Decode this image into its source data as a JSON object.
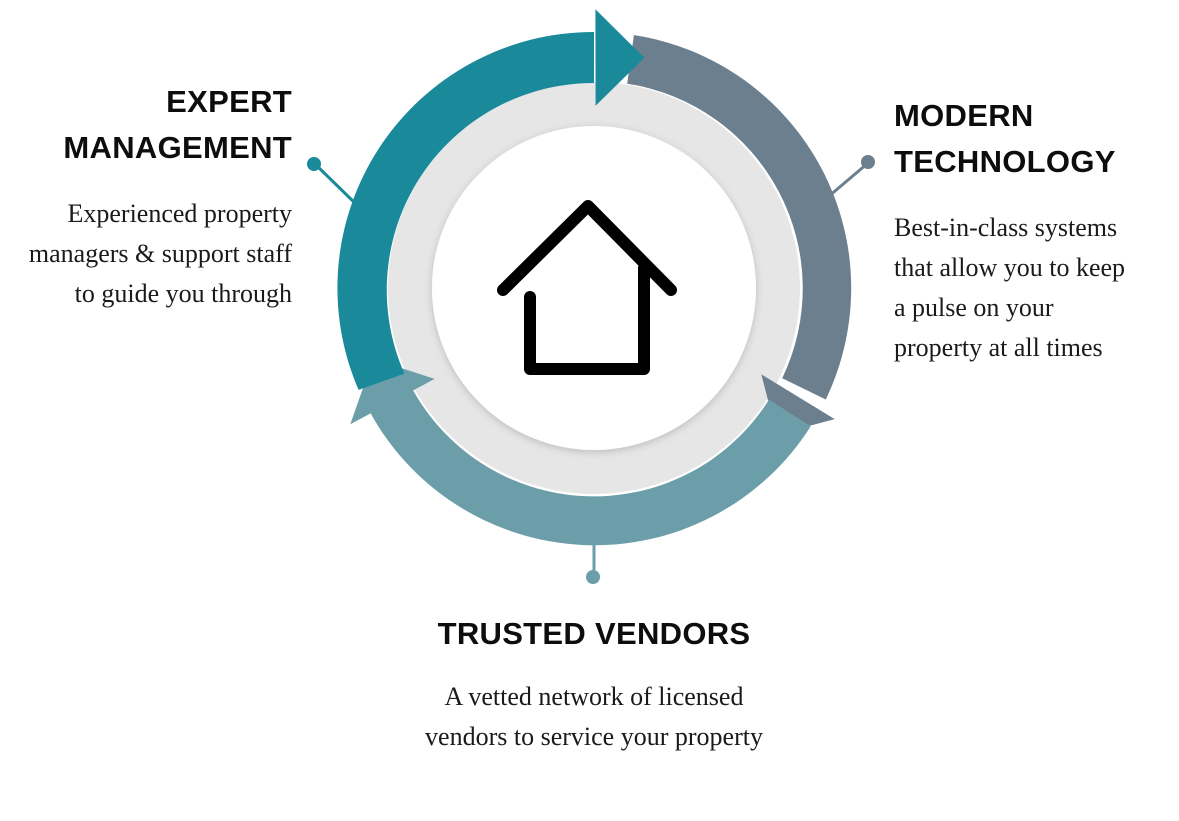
{
  "segments": [
    {
      "id": "expert",
      "title": "EXPERT MANAGEMENT",
      "description": "Experienced property managers & support staff to guide you through",
      "color": "#1a8a9a"
    },
    {
      "id": "modern",
      "title": "MODERN TECHNOLOGY",
      "description": "Best-in-class systems that allow you to keep a pulse on your property at all times",
      "color": "#6b7f8e"
    },
    {
      "id": "trusted",
      "title": "TRUSTED VENDORS",
      "description": "A vetted network of licensed vendors to service your property",
      "color": "#6b9ea9"
    }
  ],
  "center": {
    "icon": "house-icon",
    "inner_ring_color": "#e6e6e6"
  }
}
